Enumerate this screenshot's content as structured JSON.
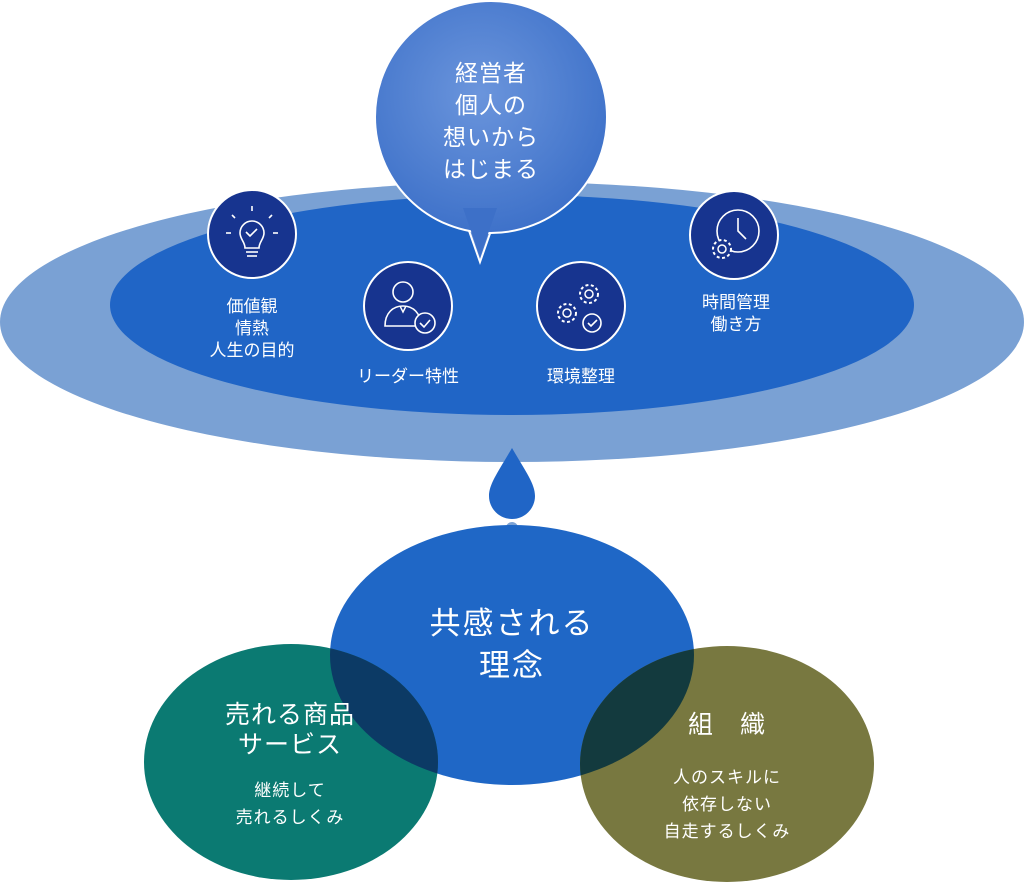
{
  "bubble": {
    "text": "経営者\n個人の\n想いから\nはじまる"
  },
  "pond_items": [
    {
      "icon": "lightbulb-icon",
      "label": "価値観\n情熱\n人生の目的"
    },
    {
      "icon": "leader-person-icon",
      "label": "リーダー特性"
    },
    {
      "icon": "gears-check-icon",
      "label": "環境整理"
    },
    {
      "icon": "clock-gear-icon",
      "label": "時間管理\n働き方"
    }
  ],
  "circles": {
    "center": {
      "title": "共感される\n理念"
    },
    "left": {
      "title": "売れる商品\nサービス",
      "subtitle": "継続して\n売れるしくみ"
    },
    "right": {
      "title": "組　織",
      "subtitle": "人のスキルに\n依存しない\n自走するしくみ"
    }
  },
  "colors": {
    "pond_outer": "#7aa1d4",
    "pond_inner": "#2065c6",
    "icon_circle": "#17348f",
    "bubble": "#4578cf",
    "drop": "#2065c6",
    "center_circle": "#1f67c6",
    "left_circle": "#0b7a72",
    "right_circle": "#787840",
    "overlap_left": "#0c3a65",
    "overlap_right": "#133a3e"
  }
}
